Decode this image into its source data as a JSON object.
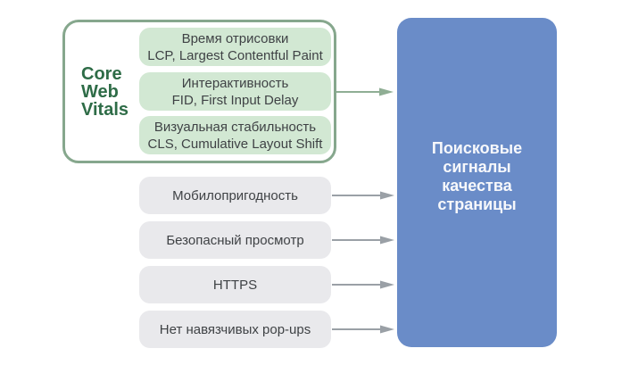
{
  "colors": {
    "background": "#ffffff",
    "cwv_group_border": "#86a78d",
    "cwv_item_bg": "#d2e8d3",
    "cwv_label_text": "#2e6c47",
    "pill_text": "#3f4245",
    "signal_item_bg": "#e9e9ec",
    "green_arrow": "#8fae94",
    "gray_arrow": "#9aa0a6",
    "target_bg": "#6a8cc8",
    "target_text": "#f7f8fb"
  },
  "core_web_vitals": {
    "label": "Core\nWeb\nVitals",
    "items": [
      {
        "title": "Время отрисовки",
        "subtitle": "LCP, Largest Contentful Paint"
      },
      {
        "title": "Интерактивность",
        "subtitle": "FID, First Input Delay"
      },
      {
        "title": "Визуальная стабильность",
        "subtitle": "CLS, Cumulative Layout Shift"
      }
    ]
  },
  "signals": [
    {
      "label": "Мобилопригодность"
    },
    {
      "label": "Безопасный просмотр"
    },
    {
      "label": "HTTPS"
    },
    {
      "label": "Нет навязчивых pop-ups"
    }
  ],
  "target": {
    "label": "Поисковые\nсигналы\nкачества\nстраницы"
  }
}
